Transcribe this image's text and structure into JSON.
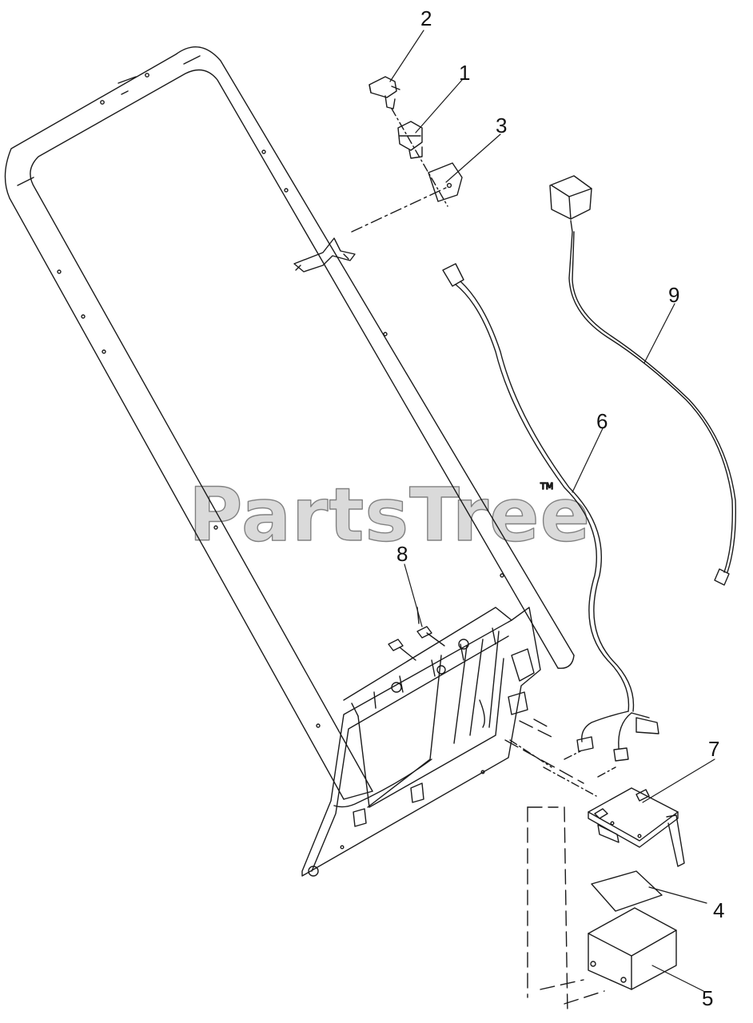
{
  "watermark": {
    "text": "PartsTree",
    "trademark": "TM"
  },
  "callouts": [
    {
      "id": "c1",
      "label": "1"
    },
    {
      "id": "c2",
      "label": "2"
    },
    {
      "id": "c3",
      "label": "3"
    },
    {
      "id": "c4",
      "label": "4"
    },
    {
      "id": "c5",
      "label": "5"
    },
    {
      "id": "c6",
      "label": "6"
    },
    {
      "id": "c7",
      "label": "7"
    },
    {
      "id": "c8",
      "label": "8"
    },
    {
      "id": "c9",
      "label": "9"
    }
  ]
}
